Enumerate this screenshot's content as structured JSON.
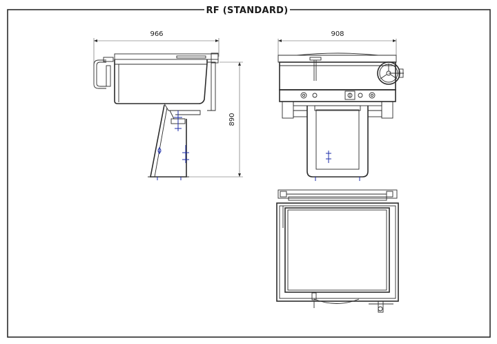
{
  "title": "RF (STANDARD)",
  "dimensions": {
    "side_width": "966",
    "front_width": "908",
    "height": "890"
  }
}
